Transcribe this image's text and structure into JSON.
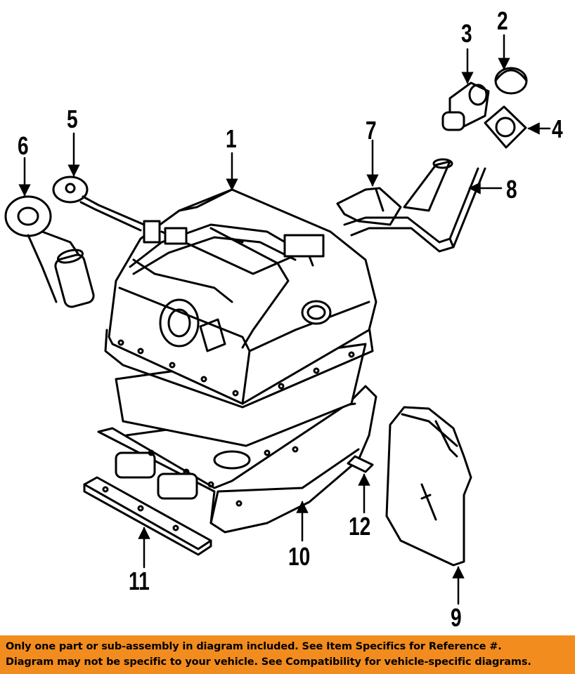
{
  "callouts": {
    "c1": "1",
    "c2": "2",
    "c3": "3",
    "c4": "4",
    "c5": "5",
    "c6": "6",
    "c7": "7",
    "c8": "8",
    "c9": "9",
    "c10": "10",
    "c11": "11",
    "c12": "12"
  },
  "banner": {
    "line1": "Only one part or sub-assembly in diagram included. See Item Specifics for Reference #.",
    "line2": "Diagram may not be specific to your vehicle. See Compatibility for vehicle-specific diagrams."
  },
  "colors": {
    "banner": "#f28c1e",
    "ink": "#000000",
    "paper": "#ffffff"
  }
}
